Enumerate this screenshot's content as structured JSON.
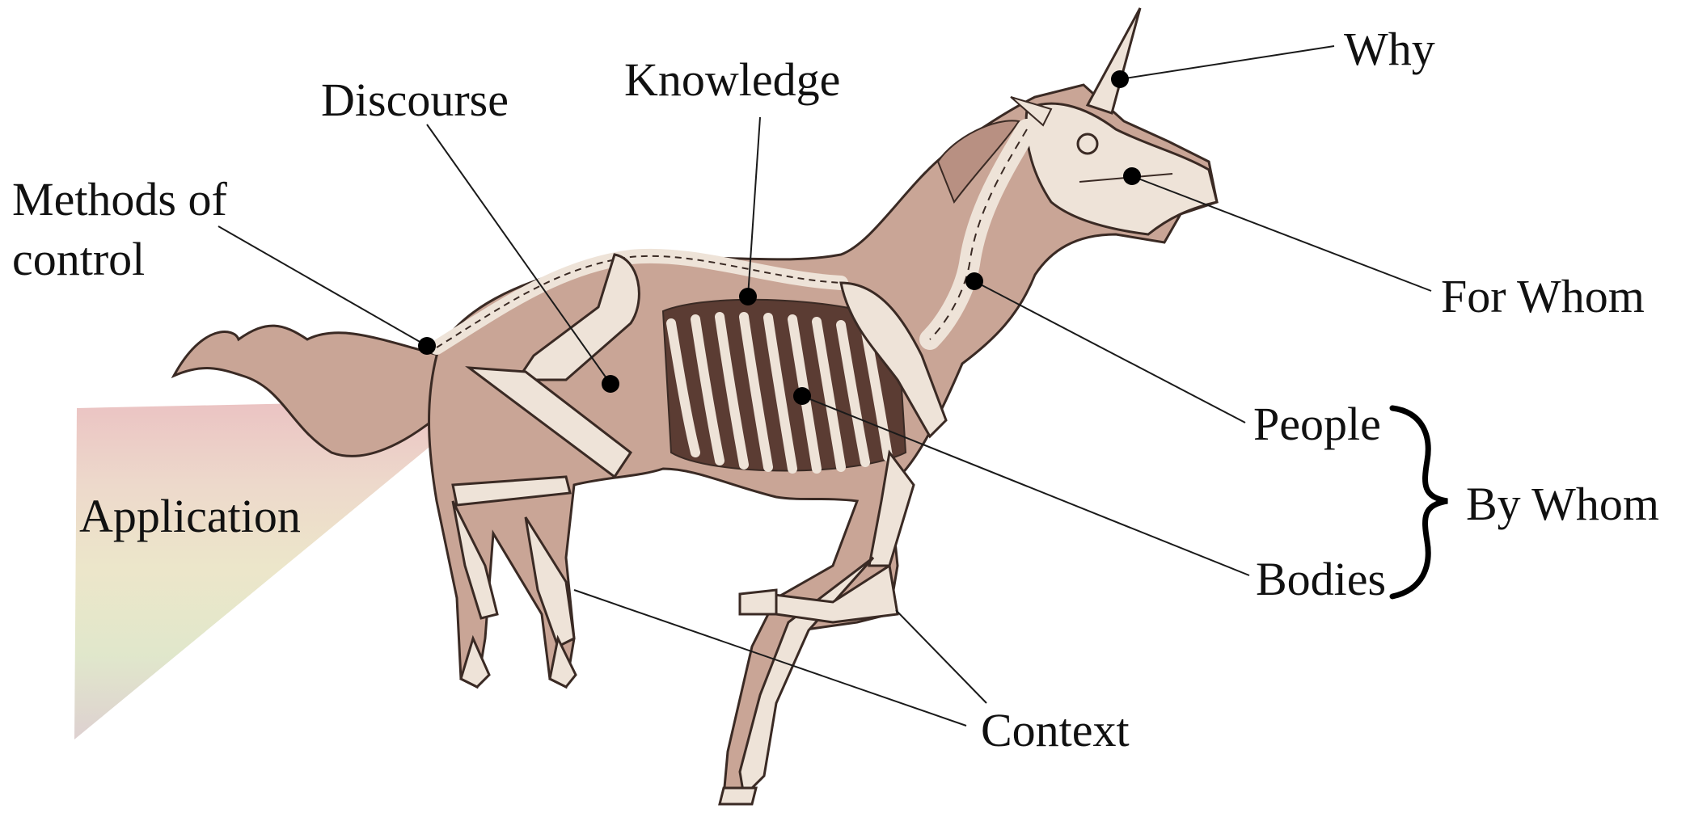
{
  "diagram": {
    "labels": {
      "why": "Why",
      "knowledge": "Knowledge",
      "discourse": "Discourse",
      "methods_of_control": "Methods of control",
      "for_whom": "For Whom",
      "people": "People",
      "bodies": "Bodies",
      "by_whom": "By Whom",
      "application": "Application",
      "context": "Context"
    },
    "colors": {
      "body_fill": "#c9a596",
      "bone_fill": "#eee3d8",
      "outline": "#3a2a24",
      "leader_line": "#1a1a1a",
      "dot": "#000000"
    }
  }
}
